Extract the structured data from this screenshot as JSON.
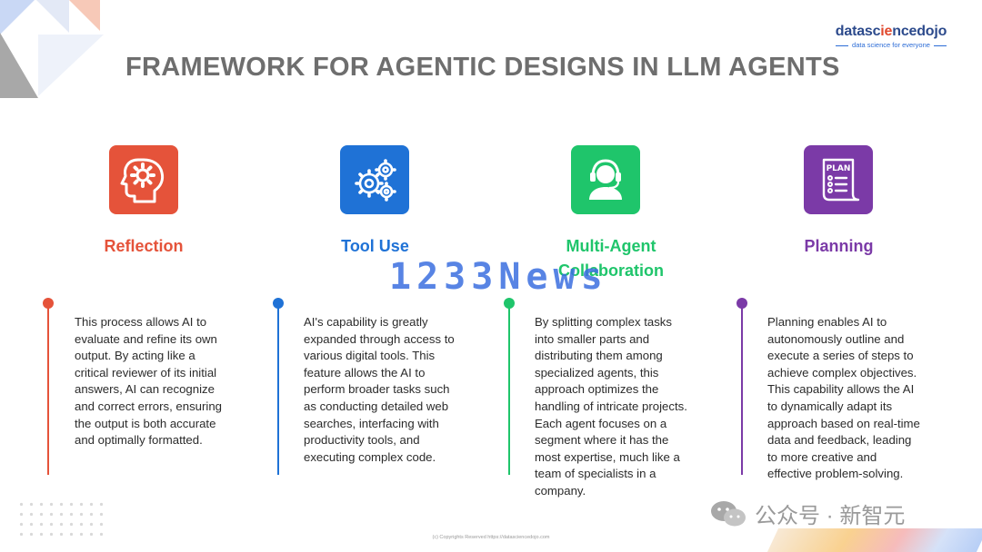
{
  "title": "FRAMEWORK FOR AGENTIC DESIGNS IN LLM AGENTS",
  "logo": {
    "part1": "datasc",
    "accent": "ie",
    "part2": "ncedojo",
    "tagline": "data science for everyone"
  },
  "columns": [
    {
      "title": "Reflection",
      "color": "#e5533a",
      "icon": "head-gear-icon",
      "description": "This process allows AI to evaluate and refine its own output. By acting like a critical reviewer of its initial answers, AI can recognize and correct errors, ensuring the output is both accurate and optimally formatted."
    },
    {
      "title": "Tool Use",
      "color": "#1f72d6",
      "icon": "gears-icon",
      "description": "AI's capability is greatly expanded through access to various digital tools. This feature allows the AI to perform broader tasks such as conducting detailed web searches, interfacing with productivity tools, and executing complex code."
    },
    {
      "title": "Multi-Agent Collaboration",
      "color": "#1fc56b",
      "icon": "support-agent-icon",
      "description": "By splitting complex tasks into smaller parts and distributing them among specialized agents, this approach optimizes the handling of intricate projects. Each agent focuses on a segment where it has the most expertise, much like a team of specialists in a company."
    },
    {
      "title": "Planning",
      "color": "#7b3aa7",
      "icon": "plan-scroll-icon",
      "description": " Planning enables AI to autonomously outline and execute a series of steps to achieve complex objectives. This capability allows the AI to dynamically adapt its approach based on real-time data and feedback, leading to more creative and effective problem-solving."
    }
  ],
  "plan_icon_text": "PLAN",
  "copyright": "(c) Copyrights Reserved  https://datasciencedojo.com",
  "watermark": "1233News",
  "wechat_label": "公众号 · 新智元"
}
